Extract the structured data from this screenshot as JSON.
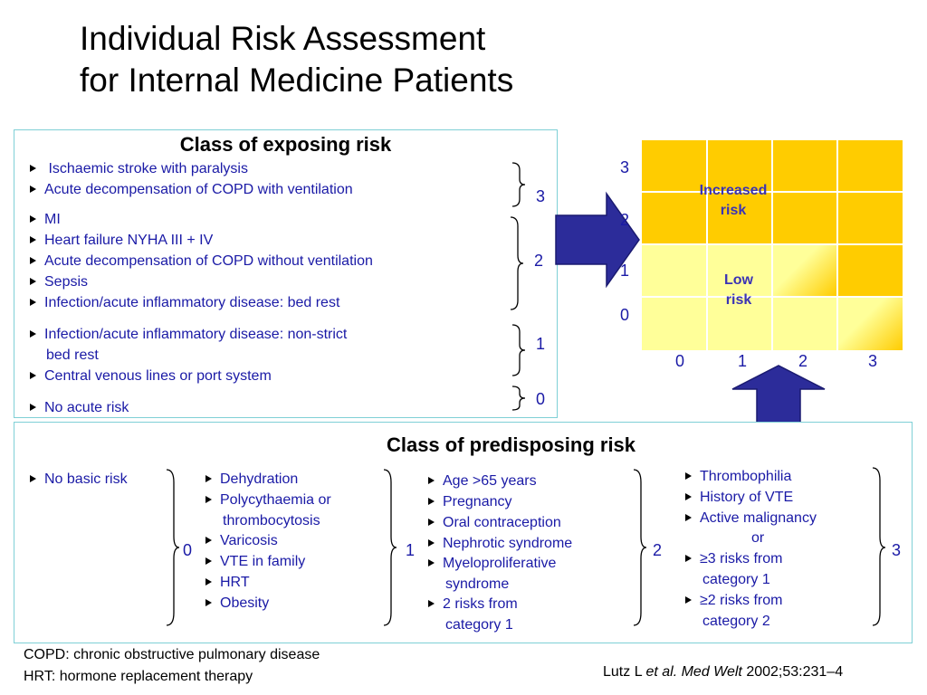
{
  "title": {
    "line1": "Individual Risk Assessment",
    "line2": "for Internal Medicine Patients"
  },
  "exposing": {
    "title": "Class of exposing risk",
    "items": [
      "Ischaemic stroke with paralysis",
      "Acute decompensation of COPD with ventilation",
      "MI",
      "Heart failure NYHA III + IV",
      "Acute decompensation of COPD without ventilation",
      "Sepsis",
      "Infection/acute inflammatory disease: bed rest",
      "Infection/acute inflammatory disease: non-strict",
      "bed rest",
      "Central venous lines or port system",
      "No acute risk"
    ],
    "scores": [
      "3",
      "2",
      "1",
      "0"
    ]
  },
  "predisposing": {
    "title": "Class of predisposing risk",
    "col0": [
      "No basic risk"
    ],
    "col1": [
      "Dehydration",
      "Polycythaemia or",
      "thrombocytosis",
      "Varicosis",
      "VTE in family",
      "HRT",
      "Obesity"
    ],
    "col2": [
      "Age >65 years",
      "Pregnancy",
      "Oral contraception",
      "Nephrotic syndrome",
      "Myeloproliferative",
      "syndrome",
      "2 risks from",
      "category 1"
    ],
    "col3": [
      "Thrombophilia",
      "History of VTE",
      "Active malignancy",
      "or",
      "≥3 risks from",
      "category 1",
      "≥2 risks from",
      "category 2"
    ],
    "scores": [
      "0",
      "1",
      "2",
      "3"
    ]
  },
  "matrix": {
    "y_ticks": [
      "3",
      "2",
      "1",
      "0"
    ],
    "x_ticks": [
      "0",
      "1",
      "2",
      "3"
    ],
    "increased_label": "Increased\nrisk",
    "low_label": "Low\nrisk",
    "colors": {
      "high": "#ffcc00",
      "low": "#ffff99",
      "arrow": "#2c2c9a"
    }
  },
  "footnotes": {
    "line1": "COPD: chronic obstructive pulmonary disease",
    "line2": "HRT: hormone replacement therapy"
  },
  "citation": {
    "authors": "Lutz L",
    "etal": "et al.",
    "journal": "Med Welt",
    "ref": "2002;53:231–4"
  }
}
